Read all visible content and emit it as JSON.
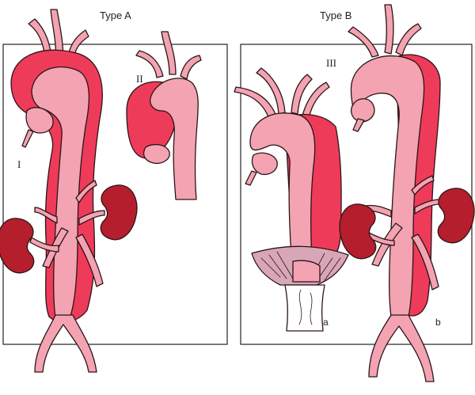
{
  "colors": {
    "true_lumen": "#f3a3b1",
    "false_lumen": "#ee3b59",
    "kidney": "#b51e2c",
    "outline": "#2b1518",
    "frame": "#222222"
  },
  "headers": {
    "type_a": "Type A",
    "type_b": "Type B"
  },
  "labels": {
    "class_i": "I",
    "class_ii": "II",
    "class_iii": "III",
    "sub_a": "a",
    "sub_b": "b"
  }
}
